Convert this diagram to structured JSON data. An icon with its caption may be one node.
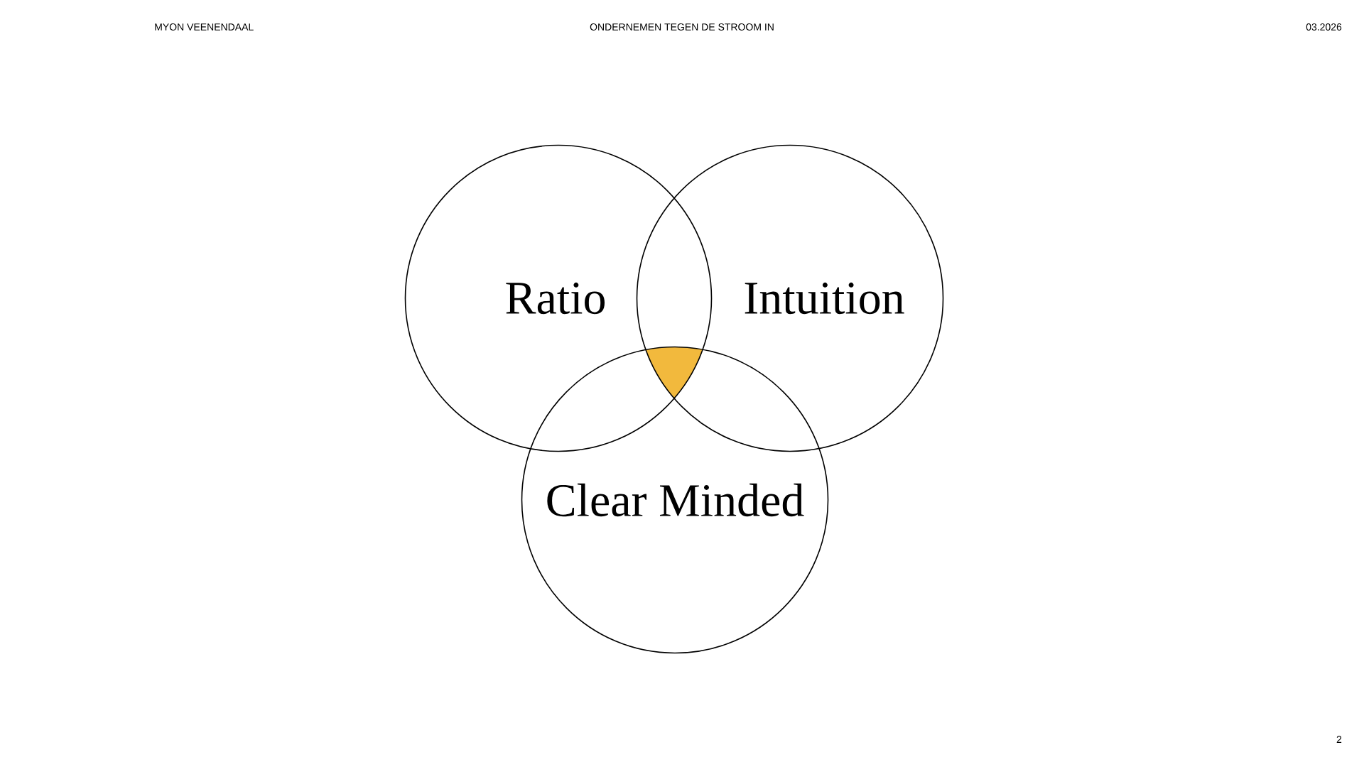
{
  "diagram": {
    "nodes": [
      {
        "text": [
          "Ratio"
        ]
      },
      {
        "text": [
          "Intuition"
        ]
      },
      {
        "text": [
          "Clear Minded"
        ]
      }
    ],
    "labels": [
      "MYON VEENENDAAL",
      "ONDERNEMEN TEGEN DE STROOM IN",
      "03.2026",
      "2"
    ]
  }
}
